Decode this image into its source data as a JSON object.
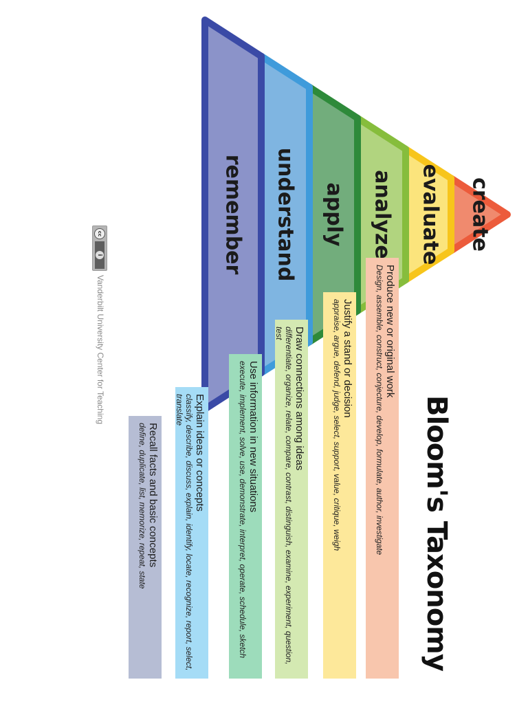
{
  "title": "Bloom's Taxonomy",
  "credit": "Vanderbilt University Center for Teaching",
  "cc_badge": {
    "cc": "cc",
    "by": "i"
  },
  "levels": [
    {
      "name": "create",
      "heading": "Produce new or original work",
      "verbs": "Design, assemble, construct, conjecture, develop, formulate, author, investigate",
      "fill": "#f08a6e",
      "edge": "#ec5b3b",
      "box": "#f8c6ad"
    },
    {
      "name": "evaluate",
      "heading": "Justify a stand or decision",
      "verbs": "appraise, argue, defend, judge, select, support, value, critique, weigh",
      "fill": "#fbe47c",
      "edge": "#f7c51b",
      "box": "#fde89a"
    },
    {
      "name": "analyze",
      "heading": "Draw connections among ideas",
      "verbs": "differentiate, organize, relate, compare, contrast, distinguish, examine, experiment, question, test",
      "fill": "#b1d47f",
      "edge": "#86bd3c",
      "box": "#d4e9b2"
    },
    {
      "name": "apply",
      "heading": "Use information in new situations",
      "verbs": "execute, implement, solve, use, demonstrate, interpret, operate, schedule, sketch",
      "fill": "#72ad7c",
      "edge": "#2e8a3a",
      "box": "#9ddcbb"
    },
    {
      "name": "understand",
      "heading": "Explain ideas or concepts",
      "verbs": "classify, describe, discuss, explain, identify, locate, recognize, report, select, translate",
      "fill": "#7fb5e1",
      "edge": "#3f9bdb",
      "box": "#a5dcf6"
    },
    {
      "name": "remember",
      "heading": "Recall facts and basic concepts",
      "verbs": "define, duplicate, list, memorize, repeat, state",
      "fill": "#8b93c9",
      "edge": "#3a4aa6",
      "box": "#b6bdd4"
    }
  ]
}
